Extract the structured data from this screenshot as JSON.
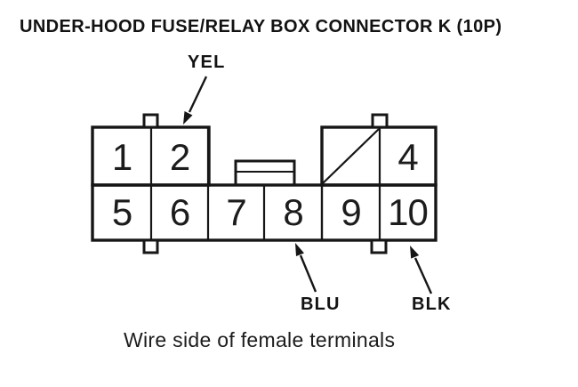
{
  "title": "UNDER-HOOD FUSE/RELAY BOX CONNECTOR K (10P)",
  "caption": "Wire side of female terminals",
  "colors": {
    "line": "#161616",
    "text": "#161616",
    "background": "#ffffff"
  },
  "connector": {
    "pins": [
      {
        "label": "1"
      },
      {
        "label": "2"
      },
      {
        "label": "4"
      },
      {
        "label": "5"
      },
      {
        "label": "6"
      },
      {
        "label": "7"
      },
      {
        "label": "8"
      },
      {
        "label": "9"
      },
      {
        "label": "10"
      }
    ],
    "blocked_position_note": "slashed-cell",
    "wire_labels": [
      {
        "label": "YEL",
        "points_to_pin": "2"
      },
      {
        "label": "BLU",
        "points_to_pin": "8"
      },
      {
        "label": "BLK",
        "points_to_pin": "10"
      }
    ]
  }
}
